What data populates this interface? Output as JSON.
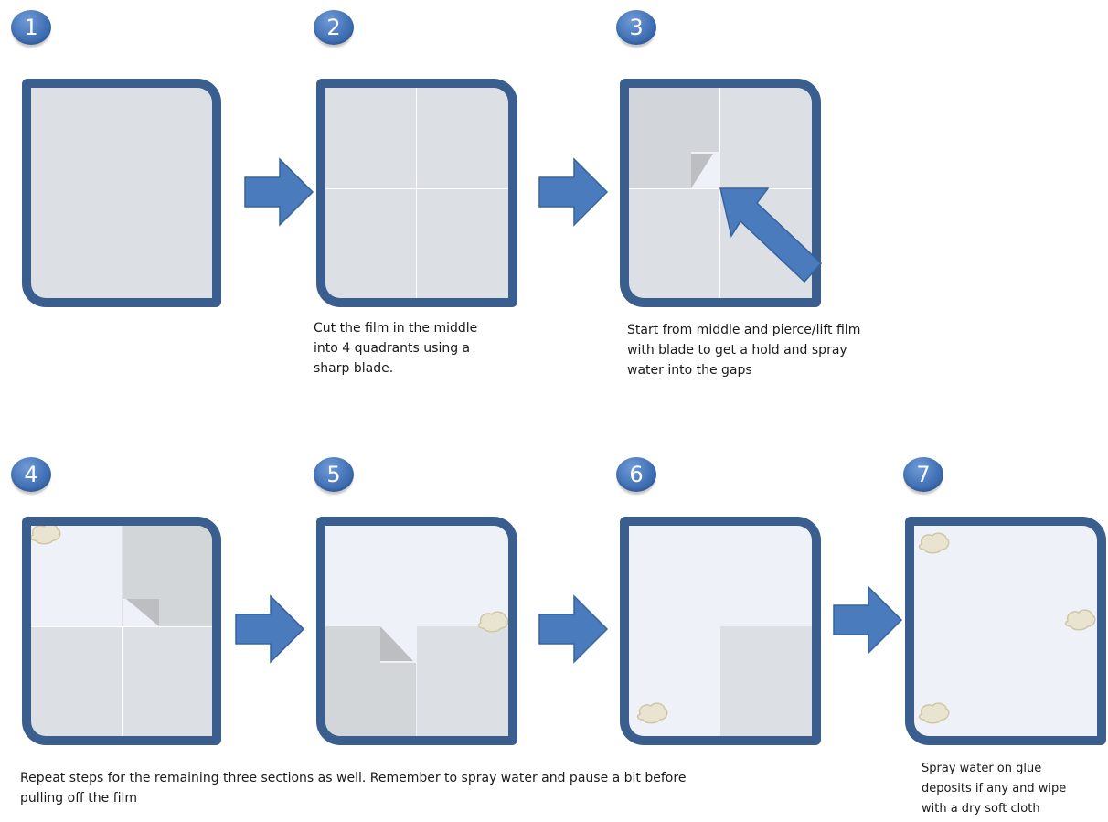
{
  "steps": [
    {
      "number": "1"
    },
    {
      "number": "2",
      "caption_lines": [
        "Cut the film in the middle",
        "into 4 quadrants using a",
        "sharp blade."
      ]
    },
    {
      "number": "3",
      "caption_lines": [
        "Start from middle and pierce/lift film",
        "with blade to get a hold and spray",
        "water into the gaps"
      ]
    },
    {
      "number": "4"
    },
    {
      "number": "5"
    },
    {
      "number": "6"
    },
    {
      "number": "7",
      "caption_lines": [
        "Spray water on glue",
        "deposits if any and wipe",
        "with a dry soft cloth"
      ]
    }
  ],
  "shared_caption_lines": [
    "Repeat steps for the remaining three sections as well. Remember to spray water and pause a bit before",
    "pulling off the film"
  ],
  "colors": {
    "frame": "#3a5f8f",
    "arrow": "#4a7cbd",
    "film": "#dcdfe4",
    "lifted_film": "#d3d6d9",
    "bare_glass": "#eef2f8",
    "glue": "#e9e4cf"
  }
}
